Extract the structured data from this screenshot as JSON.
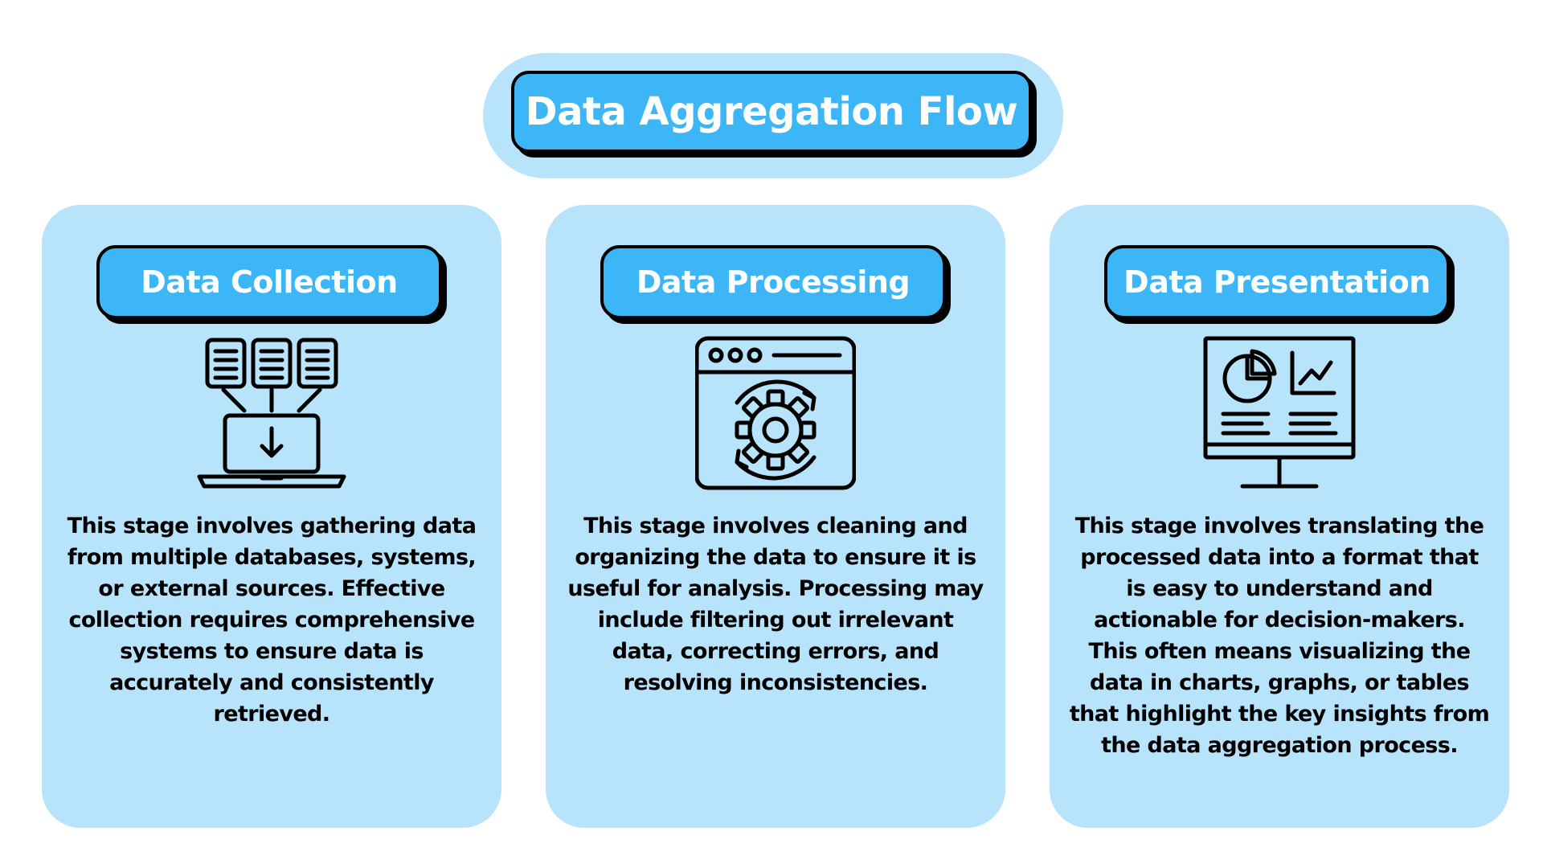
{
  "title": "Data Aggregation Flow",
  "colors": {
    "card_background": "#b7e3fb",
    "pill_fill": "#3cb6f7",
    "outline": "#000000",
    "pill_text": "#ffffff"
  },
  "stages": [
    {
      "title": "Data Collection",
      "icon": "laptop-download-icon",
      "description": "This stage involves gathering data from multiple databases, systems, or external sources. Effective collection requires comprehensive systems to ensure data is accurately and consistently retrieved."
    },
    {
      "title": "Data Processing",
      "icon": "gear-processing-icon",
      "description": "This stage involves cleaning and organizing the data to ensure it is useful for analysis. Processing may include filtering out irrelevant data, correcting errors, and resolving inconsistencies."
    },
    {
      "title": "Data Presentation",
      "icon": "monitor-dashboard-icon",
      "description": "This stage involves translating the processed data into a format that is easy to understand and actionable for decision-makers. This often means visualizing the data in charts, graphs, or tables that highlight the key insights from the data aggregation process."
    }
  ]
}
